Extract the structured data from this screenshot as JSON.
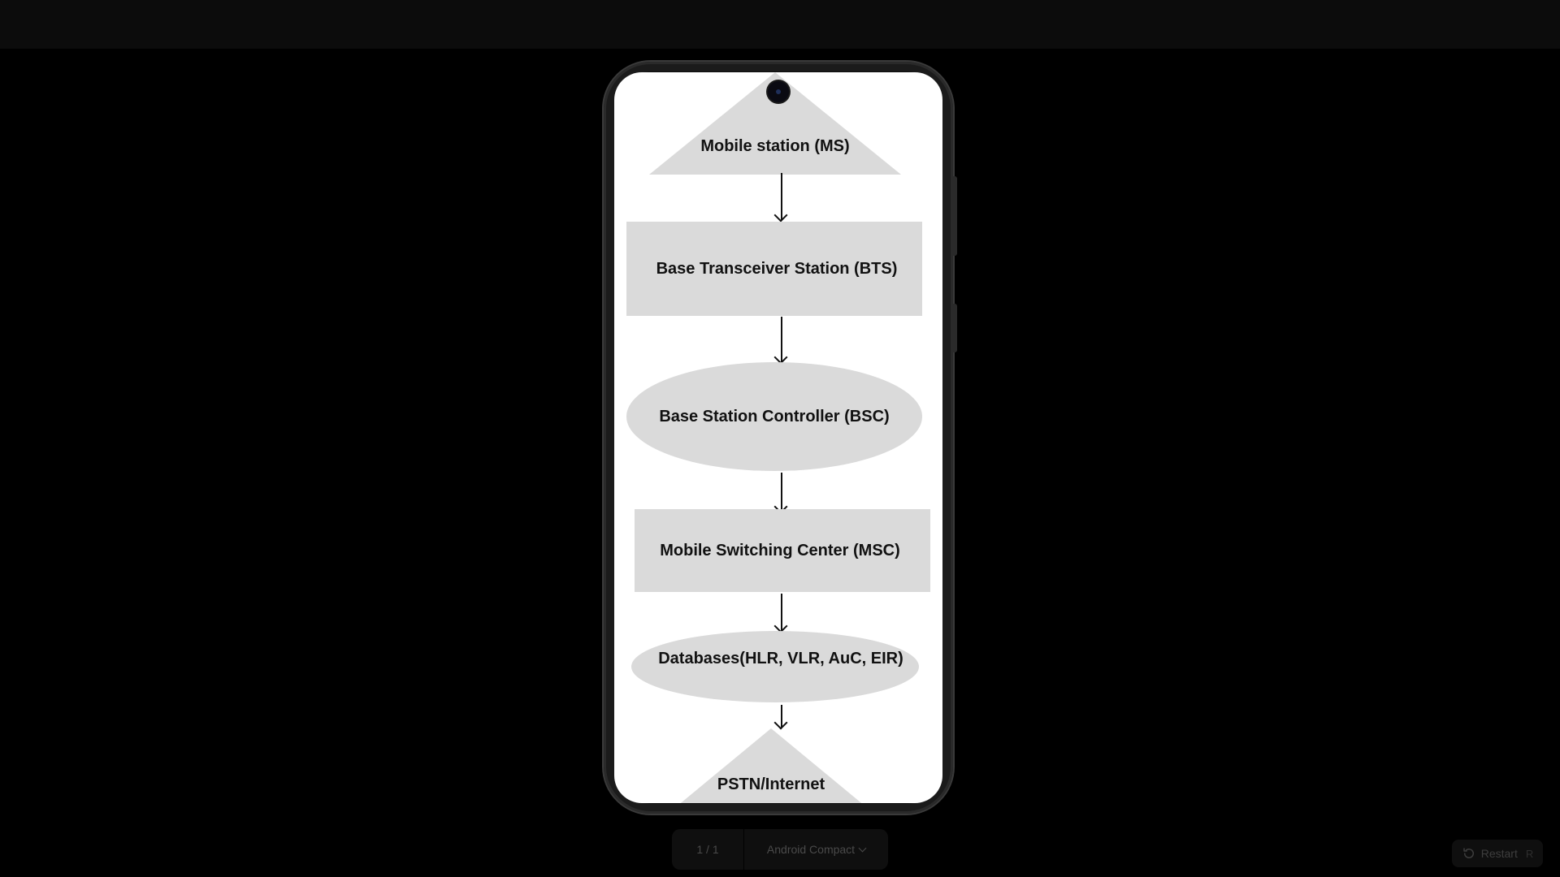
{
  "diagram": {
    "nodes": [
      {
        "label": "Mobile station (MS)"
      },
      {
        "label": "Base Transceiver Station (BTS)"
      },
      {
        "label": "Base Station Controller (BSC)"
      },
      {
        "label": "Mobile Switching Center (MSC)"
      },
      {
        "label": "Databases(HLR, VLR, AuC, EIR)"
      },
      {
        "label": "PSTN/Internet"
      }
    ]
  },
  "toolbar": {
    "page_indicator": "1 / 1",
    "device_select": "Android Compact",
    "restart_label": "Restart",
    "restart_shortcut": "R"
  },
  "colors": {
    "background": "#000000",
    "screen": "#ffffff",
    "shape_fill": "#dadada",
    "text": "#111111"
  }
}
